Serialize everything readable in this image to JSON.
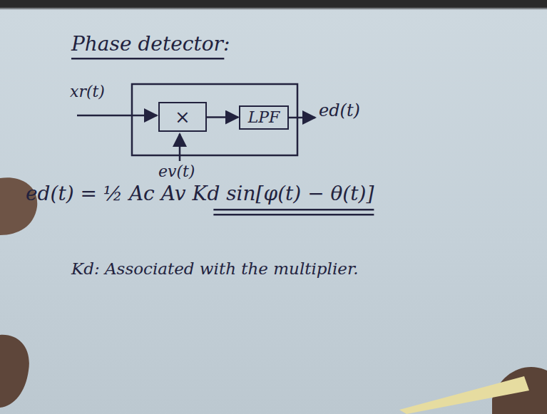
{
  "diagram": {
    "title": "Phase detector:",
    "nodes": [
      {
        "text": [
          "×"
        ]
      },
      {
        "text": [
          "LPF"
        ]
      }
    ],
    "edges": [
      {
        "from": 0,
        "to": 1,
        "arrow": "to"
      }
    ],
    "labels": [
      "xr(t)",
      "ev(t)",
      "ed(t)",
      "ed(t) = ½ Ac Av Kd sin[φ(t) − θ(t)]",
      "Kd: Associated with the multiplier."
    ]
  }
}
